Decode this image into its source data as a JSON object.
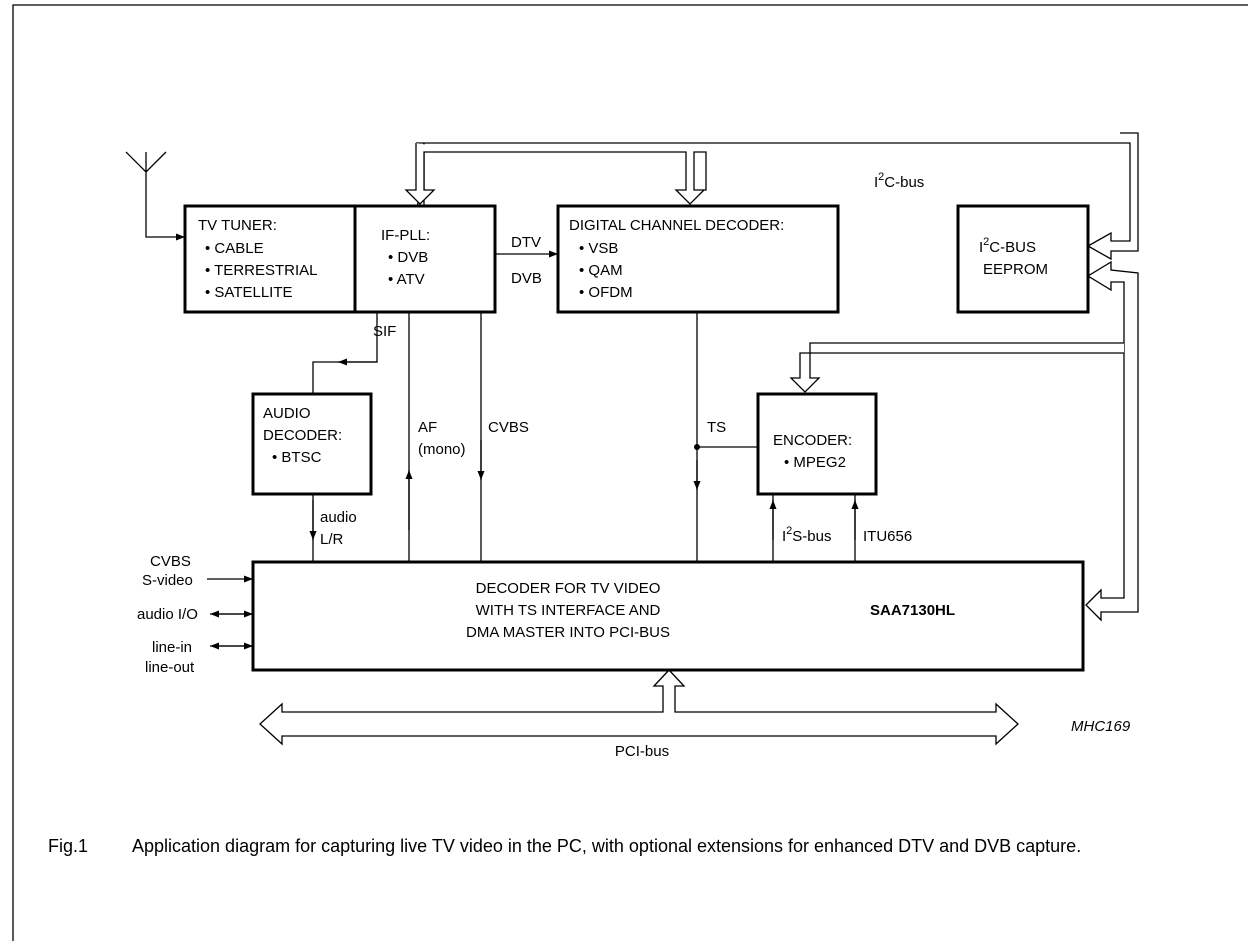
{
  "blocks": {
    "tv_tuner": {
      "title": "TV TUNER:",
      "items": [
        "• CABLE",
        "• TERRESTRIAL",
        "• SATELLITE"
      ]
    },
    "if_pll": {
      "title": "IF-PLL:",
      "items": [
        "• DVB",
        "• ATV"
      ]
    },
    "digital_channel_decoder": {
      "title": "DIGITAL CHANNEL DECODER:",
      "items": [
        "• VSB",
        "• QAM",
        "• OFDM"
      ]
    },
    "i2c_bus_eeprom": {
      "line1_main": "I",
      "line1_sup": "2",
      "line1_rest": "C-BUS",
      "line2": "EEPROM"
    },
    "audio_decoder": {
      "line1": "AUDIO",
      "line2": "DECODER:",
      "item": "• BTSC"
    },
    "encoder": {
      "title": "ENCODER:",
      "item": "• MPEG2"
    },
    "saa7130": {
      "lines": [
        "DECODER FOR TV VIDEO",
        "WITH TS INTERFACE AND",
        "DMA MASTER INTO PCI-BUS"
      ],
      "part": "SAA7130HL"
    }
  },
  "signals": {
    "dtv": "DTV",
    "dvb": "DVB",
    "sif": "SIF",
    "af": "AF",
    "af_mono": "(mono)",
    "cvbs": "CVBS",
    "ts": "TS",
    "audio": "audio",
    "lr": "L/R",
    "i2s_main": "I",
    "i2s_sup": "2",
    "i2s_rest": "S-bus",
    "itu656": "ITU656",
    "i2c_main": "I",
    "i2c_sup": "2",
    "i2c_rest": "C-bus",
    "pci_bus": "PCI-bus",
    "cvbs_in": "CVBS",
    "svideo_in": "S-video",
    "audio_io": "audio I/O",
    "line_in": "line-in",
    "line_out": "line-out"
  },
  "figure_code": "MHC169",
  "caption": {
    "number": "Fig.1",
    "text": "Application diagram for capturing live TV video in the PC, with optional extensions for enhanced DTV and DVB capture."
  }
}
